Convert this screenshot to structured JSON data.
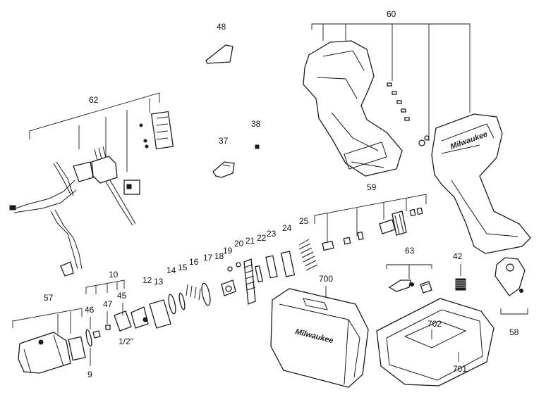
{
  "callouts": {
    "c48": "48",
    "c60": "60",
    "c62": "62",
    "c38": "38",
    "c37": "37",
    "c59": "59",
    "c63": "63",
    "c42": "42",
    "c24": "24",
    "c25": "25",
    "c23": "23",
    "c22": "22",
    "c21": "21",
    "c20": "20",
    "c19": "19",
    "c18": "18",
    "c17": "17",
    "c16": "16",
    "c15": "15",
    "c14": "14",
    "c13": "13",
    "c12": "12",
    "c10": "10",
    "c57": "57",
    "c46": "46",
    "c47": "47",
    "c45": "45",
    "c9": "9",
    "c700": "700",
    "c702": "702",
    "c701": "701",
    "c58": "58",
    "size_label": "1/2\""
  },
  "brand_text": "Milwaukee"
}
